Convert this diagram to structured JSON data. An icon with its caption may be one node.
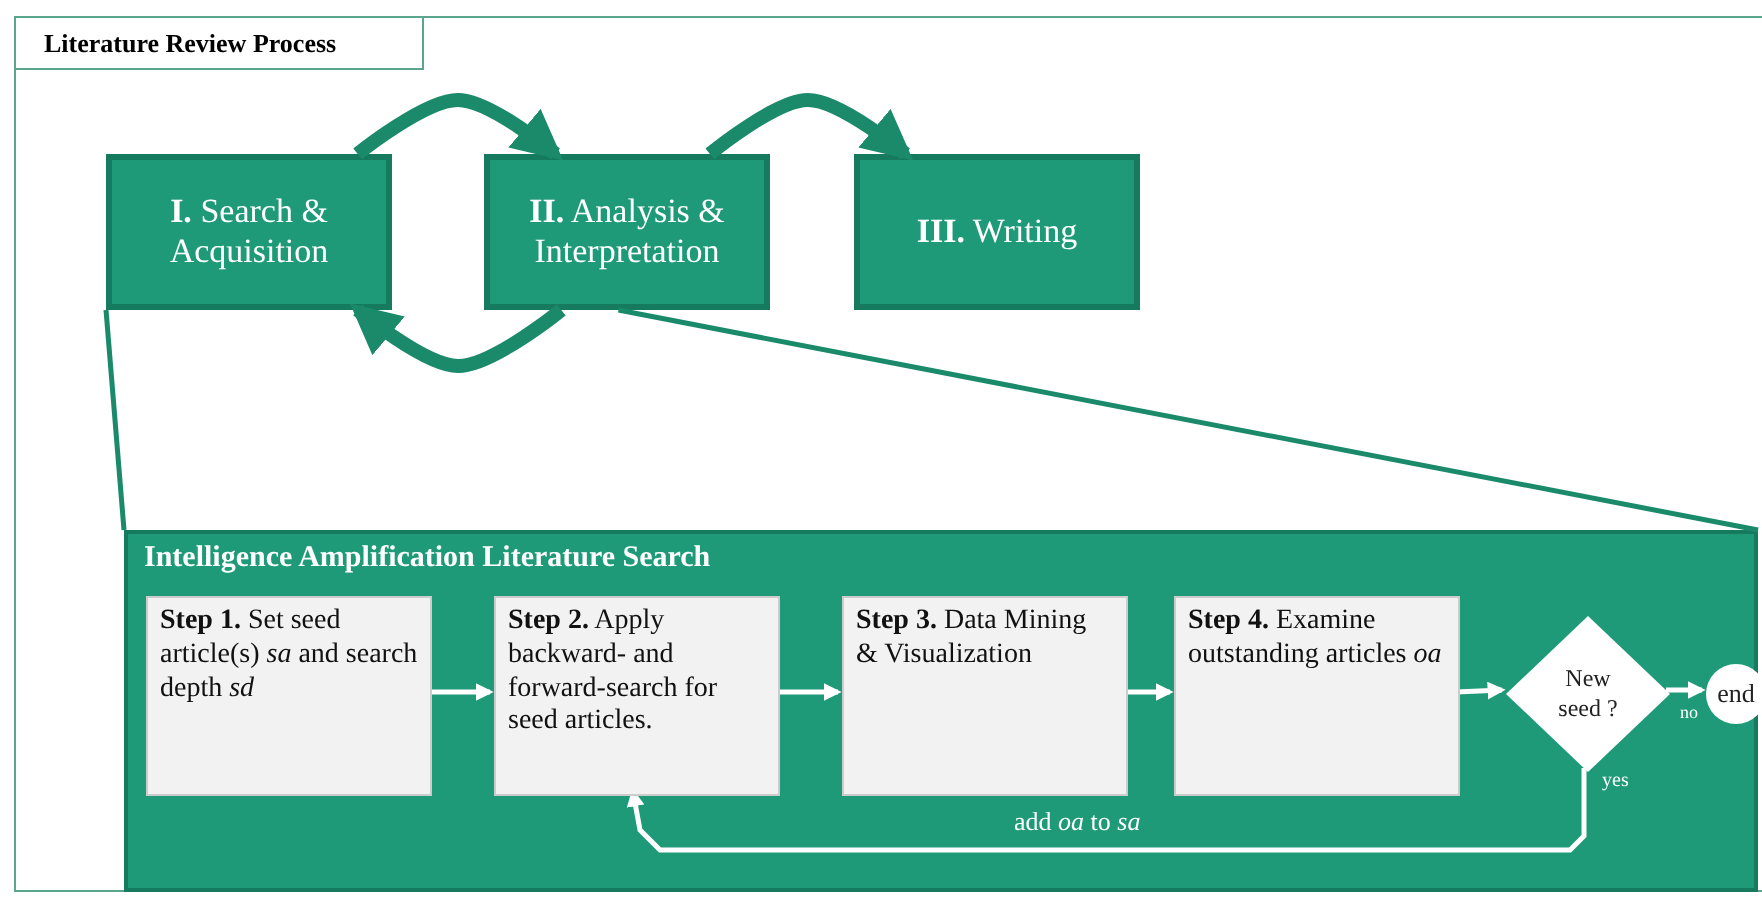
{
  "diagram": {
    "title": "Literature Review Process",
    "nodes": [
      {
        "text": [
          "**I.** Search & Acquisition"
        ]
      },
      {
        "text": [
          "**II.** Analysis & Interpretation"
        ]
      },
      {
        "text": [
          "**III.** Writing"
        ]
      },
      {
        "text": [
          "Intelligence Amplification Literature Search"
        ]
      },
      {
        "text": [
          "**Step 1.** Set seed article(s) *sa* and search depth *sd*"
        ],
        "in": 3
      },
      {
        "text": [
          "**Step 2.** Apply backward- and forward-search for seed articles."
        ],
        "in": 3
      },
      {
        "text": [
          "**Step 3.** Data Mining & Visualization"
        ],
        "in": 3
      },
      {
        "text": [
          "**Step 4.** Examine outstanding articles *oa*"
        ],
        "in": 3
      },
      {
        "text": [
          "New seed ?"
        ],
        "in": 3
      },
      {
        "text": [
          "end"
        ],
        "in": 3
      }
    ],
    "edges": [
      {
        "from": 0,
        "to": 1,
        "arrow": "to",
        "style": "thick",
        "color": "#1a8a6a"
      },
      {
        "from": 1,
        "to": 2,
        "arrow": "to",
        "style": "thick",
        "color": "#1a8a6a"
      },
      {
        "from": 1,
        "to": 0,
        "arrow": "to",
        "style": "thick",
        "color": "#1a8a6a"
      },
      {
        "from": 0,
        "to": 3,
        "arrow": "none",
        "color": "#1a8a6a"
      },
      {
        "from": 1,
        "to": 3,
        "arrow": "none",
        "color": "#1a8a6a"
      },
      {
        "from": 4,
        "to": 5,
        "arrow": "to"
      },
      {
        "from": 5,
        "to": 6,
        "arrow": "to"
      },
      {
        "from": 6,
        "to": 7,
        "arrow": "to"
      },
      {
        "from": 7,
        "to": 8,
        "arrow": "to"
      },
      {
        "from": 8,
        "to": 9,
        "arrow": "to",
        "label": "no"
      },
      {
        "from": 8,
        "to": 5,
        "arrow": "to",
        "label": "add *oa* to *sa*"
      }
    ],
    "labels": [
      "yes"
    ]
  }
}
